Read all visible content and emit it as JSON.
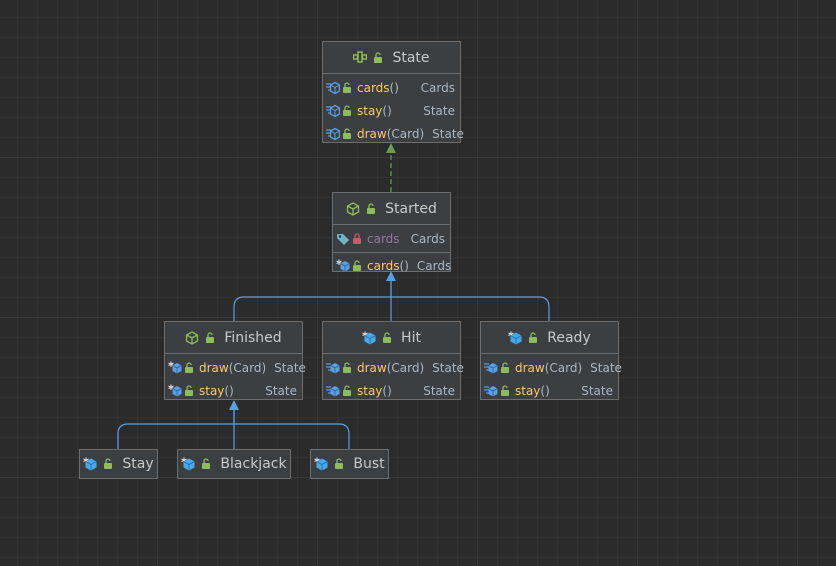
{
  "colors": {
    "background": "#2b2b2b",
    "node_fill": "#3c3f41",
    "node_border": "#6e6e6e",
    "method_name": "#ffc66d",
    "field_name": "#9876aa",
    "type_text": "#a9b7c6",
    "realization_edge": "#6a9f4f",
    "inheritance_edge": "#5a9fe6"
  },
  "nodes": {
    "state": {
      "title": "State",
      "icon": "interface-icon",
      "members": [
        {
          "name": "cards",
          "params": "()",
          "type": "Cards",
          "icon": "abstract-method-icon"
        },
        {
          "name": "stay",
          "params": "()",
          "type": "State",
          "icon": "abstract-method-icon"
        },
        {
          "name": "draw",
          "params": "(Card)",
          "type": "State",
          "icon": "abstract-method-icon"
        }
      ]
    },
    "started": {
      "title": "Started",
      "icon": "abstract-class-icon",
      "fields": [
        {
          "name": "cards",
          "type": "Cards",
          "icon": "field-tag-icon"
        }
      ],
      "methods": [
        {
          "name": "cards",
          "params": "()",
          "type": "Cards",
          "icon": "implementing-method-icon"
        }
      ]
    },
    "finished": {
      "title": "Finished",
      "icon": "abstract-class-icon",
      "methods": [
        {
          "name": "draw",
          "params": "(Card)",
          "type": "State",
          "icon": "implementing-method-icon"
        },
        {
          "name": "stay",
          "params": "()",
          "type": "State",
          "icon": "implementing-method-icon"
        }
      ]
    },
    "hit": {
      "title": "Hit",
      "icon": "class-icon",
      "methods": [
        {
          "name": "draw",
          "params": "(Card)",
          "type": "State",
          "icon": "implementing-method-icon"
        },
        {
          "name": "stay",
          "params": "()",
          "type": "State",
          "icon": "implementing-method-icon"
        }
      ]
    },
    "ready": {
      "title": "Ready",
      "icon": "class-icon",
      "methods": [
        {
          "name": "draw",
          "params": "(Card)",
          "type": "State",
          "icon": "implementing-method-icon"
        },
        {
          "name": "stay",
          "params": "()",
          "type": "State",
          "icon": "implementing-method-icon"
        }
      ]
    },
    "stay": {
      "title": "Stay",
      "icon": "class-icon"
    },
    "blackjack": {
      "title": "Blackjack",
      "icon": "class-icon"
    },
    "bust": {
      "title": "Bust",
      "icon": "class-icon"
    }
  },
  "edges": [
    {
      "from": "Started",
      "to": "State",
      "kind": "realization"
    },
    {
      "from": "Finished",
      "to": "Started",
      "kind": "inheritance"
    },
    {
      "from": "Hit",
      "to": "Started",
      "kind": "inheritance"
    },
    {
      "from": "Ready",
      "to": "Started",
      "kind": "inheritance"
    },
    {
      "from": "Stay",
      "to": "Finished",
      "kind": "inheritance"
    },
    {
      "from": "Blackjack",
      "to": "Finished",
      "kind": "inheritance"
    },
    {
      "from": "Bust",
      "to": "Finished",
      "kind": "inheritance"
    }
  ]
}
